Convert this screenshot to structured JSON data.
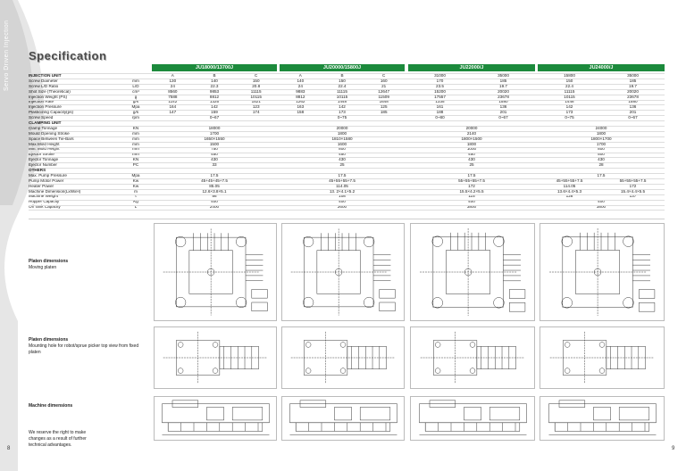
{
  "page": {
    "title": "Specification",
    "side_text": "Servo Driven Injection",
    "page_left": "8",
    "page_right": "9"
  },
  "models": [
    {
      "name": "JU18000/13700J",
      "variants": [
        "A",
        "B",
        "C"
      ],
      "rows": [
        [
          "130",
          "140",
          "150"
        ],
        [
          "24",
          "22.3",
          "20.8"
        ],
        [
          "8560",
          "9853",
          "11115"
        ],
        [
          "7588",
          "8812",
          "10115"
        ],
        [
          "1142",
          "1325",
          "1521"
        ],
        [
          "164",
          "142",
          "123"
        ],
        [
          "147",
          "159",
          "174"
        ],
        [
          "0~67",
          "",
          ""
        ],
        [
          "",
          "",
          ""
        ],
        [
          "18000",
          "",
          ""
        ],
        [
          "1700",
          "",
          ""
        ],
        [
          "1650×1550",
          "",
          ""
        ],
        [
          "1500",
          "",
          ""
        ],
        [
          "750",
          "",
          ""
        ],
        [
          "450",
          "",
          ""
        ],
        [
          "430",
          "",
          ""
        ],
        [
          "33",
          "",
          ""
        ],
        [
          "",
          "",
          ""
        ],
        [
          "17.5",
          "",
          ""
        ],
        [
          "45+45+45+7.5",
          "",
          ""
        ],
        [
          "85.05",
          "",
          ""
        ],
        [
          "12.6×3.8×5.1",
          "",
          ""
        ],
        [
          "86",
          "",
          ""
        ],
        [
          "400",
          "",
          ""
        ],
        [
          "2400",
          "",
          ""
        ]
      ]
    },
    {
      "name": "JU20000/15800J",
      "variants": [
        "A",
        "B",
        "C"
      ],
      "rows": [
        [
          "140",
          "150",
          "160"
        ],
        [
          "24",
          "22.4",
          "21"
        ],
        [
          "9883",
          "11115",
          "12647"
        ],
        [
          "8812",
          "10115",
          "11509"
        ],
        [
          "1262",
          "1448",
          "1648"
        ],
        [
          "163",
          "142",
          "125"
        ],
        [
          "158",
          "173",
          "185"
        ],
        [
          "0~75",
          "",
          ""
        ],
        [
          "",
          "",
          ""
        ],
        [
          "20000",
          "",
          ""
        ],
        [
          "1800",
          "",
          ""
        ],
        [
          "1810×1580",
          "",
          ""
        ],
        [
          "1600",
          "",
          ""
        ],
        [
          "800",
          "",
          ""
        ],
        [
          "450",
          "",
          ""
        ],
        [
          "430",
          "",
          ""
        ],
        [
          "25",
          "",
          ""
        ],
        [
          "",
          "",
          ""
        ],
        [
          "17.5",
          "",
          ""
        ],
        [
          "45+55+55+7.5",
          "",
          ""
        ],
        [
          "114.05",
          "",
          ""
        ],
        [
          "13. 2×4.1×5.2",
          "",
          ""
        ],
        [
          "108",
          "",
          ""
        ],
        [
          "400",
          "",
          ""
        ],
        [
          "2600",
          "",
          ""
        ]
      ]
    },
    {
      "name": "JU22000/J",
      "variants": [
        "31000",
        "35000"
      ],
      "rows": [
        [
          "170",
          "185"
        ],
        [
          "23.5",
          "19.7"
        ],
        [
          "15200",
          "20020"
        ],
        [
          "17557",
          "23678"
        ],
        [
          "1335",
          "1580"
        ],
        [
          "161",
          "136"
        ],
        [
          "188",
          "201"
        ],
        [
          "0~80",
          "0~67"
        ],
        [
          "",
          ""
        ],
        [
          "20000",
          ""
        ],
        [
          "2140",
          ""
        ],
        [
          "1800×1500",
          ""
        ],
        [
          "1800",
          ""
        ],
        [
          "1000",
          ""
        ],
        [
          "450",
          ""
        ],
        [
          "430",
          ""
        ],
        [
          "25",
          ""
        ],
        [
          "",
          ""
        ],
        [
          "17.5",
          ""
        ],
        [
          "55+55+55+7.5",
          ""
        ],
        [
          "172",
          ""
        ],
        [
          "15.5×4.2×5.5",
          ""
        ],
        [
          "115",
          ""
        ],
        [
          "400",
          ""
        ],
        [
          "3800",
          ""
        ]
      ]
    },
    {
      "name": "JU24000/J",
      "variants": [
        "15800",
        "35000"
      ],
      "rows": [
        [
          "150",
          "185"
        ],
        [
          "22.4",
          "19.7"
        ],
        [
          "11115",
          "20020"
        ],
        [
          "10115",
          "23678"
        ],
        [
          "1448",
          "1580"
        ],
        [
          "142",
          "136"
        ],
        [
          "173",
          "201"
        ],
        [
          "0~75",
          "0~67"
        ],
        [
          "",
          ""
        ],
        [
          "24000",
          ""
        ],
        [
          "1800",
          ""
        ],
        [
          "1800×1700",
          ""
        ],
        [
          "1700",
          ""
        ],
        [
          "800",
          ""
        ],
        [
          "500",
          ""
        ],
        [
          "430",
          ""
        ],
        [
          "28",
          ""
        ],
        [
          "",
          ""
        ],
        [
          "17.5",
          ""
        ],
        [
          "45+55+55+7.5",
          "55+55+55+7.5"
        ],
        [
          "114.05",
          "172"
        ],
        [
          "13.6×4.4×5.3",
          "15.4×4.4×5.5"
        ],
        [
          "128",
          "137"
        ],
        [
          "400",
          ""
        ],
        [
          "3800",
          ""
        ]
      ]
    }
  ],
  "spec_rows": [
    {
      "label": "INJECTION UNIT",
      "unit": "",
      "section": true
    },
    {
      "label": "Screw Diameter",
      "unit": "mm"
    },
    {
      "label": "Screw L/D Ratio",
      "unit": "L/D"
    },
    {
      "label": "Shot Size (Theoretical)",
      "unit": "cm³"
    },
    {
      "label": "Injection Weight (PS)",
      "unit": "g"
    },
    {
      "label": "Injection Rate",
      "unit": "g/s"
    },
    {
      "label": "Injection Pressure",
      "unit": "Mpa"
    },
    {
      "label": "Plasticizing Capacity(ps)",
      "unit": "g/s"
    },
    {
      "label": "Screw Speed",
      "unit": "rpm"
    },
    {
      "label": "CLAMPING UNIT",
      "unit": "",
      "section": true
    },
    {
      "label": "Clamp Tonnage",
      "unit": "KN"
    },
    {
      "label": "Mould Opening Stroke",
      "unit": "mm"
    },
    {
      "label": "Space Between Tie-Bars",
      "unit": "mm"
    },
    {
      "label": "Max.Mold Height",
      "unit": "mm"
    },
    {
      "label": "Min. Mold Height",
      "unit": "mm"
    },
    {
      "label": "Ejector Stroke",
      "unit": "mm"
    },
    {
      "label": "Ejector Tonnage",
      "unit": "KN"
    },
    {
      "label": "Ejector Number",
      "unit": "PC"
    },
    {
      "label": "OTHERS",
      "unit": "",
      "section": true
    },
    {
      "label": "Max. Pump Pressure",
      "unit": "Mpa"
    },
    {
      "label": "Pump Motor Power",
      "unit": "Kw"
    },
    {
      "label": "Heater Power",
      "unit": "Kw"
    },
    {
      "label": "Machine Dimension(LxWxH)",
      "unit": "m"
    },
    {
      "label": "Machine Weight",
      "unit": "t"
    },
    {
      "label": "Hopper Capacity",
      "unit": "Kg"
    },
    {
      "label": "Oil Tank Capacity",
      "unit": "L"
    }
  ],
  "captions": {
    "platen1_title": "Platen dimensions",
    "platen1_sub": "Moving platen",
    "platen2_title": "Platen dimensions",
    "platen2_sub": "Mounting hole for robot/sprue picker top view from fixed platen",
    "machine_title": "Machine dimensions",
    "disclaimer": "We reserve the right to make changes as a result of further technical advantages."
  },
  "colors": {
    "accent_green": "#1c8a3c",
    "side_grey": "#dcdcdc"
  }
}
